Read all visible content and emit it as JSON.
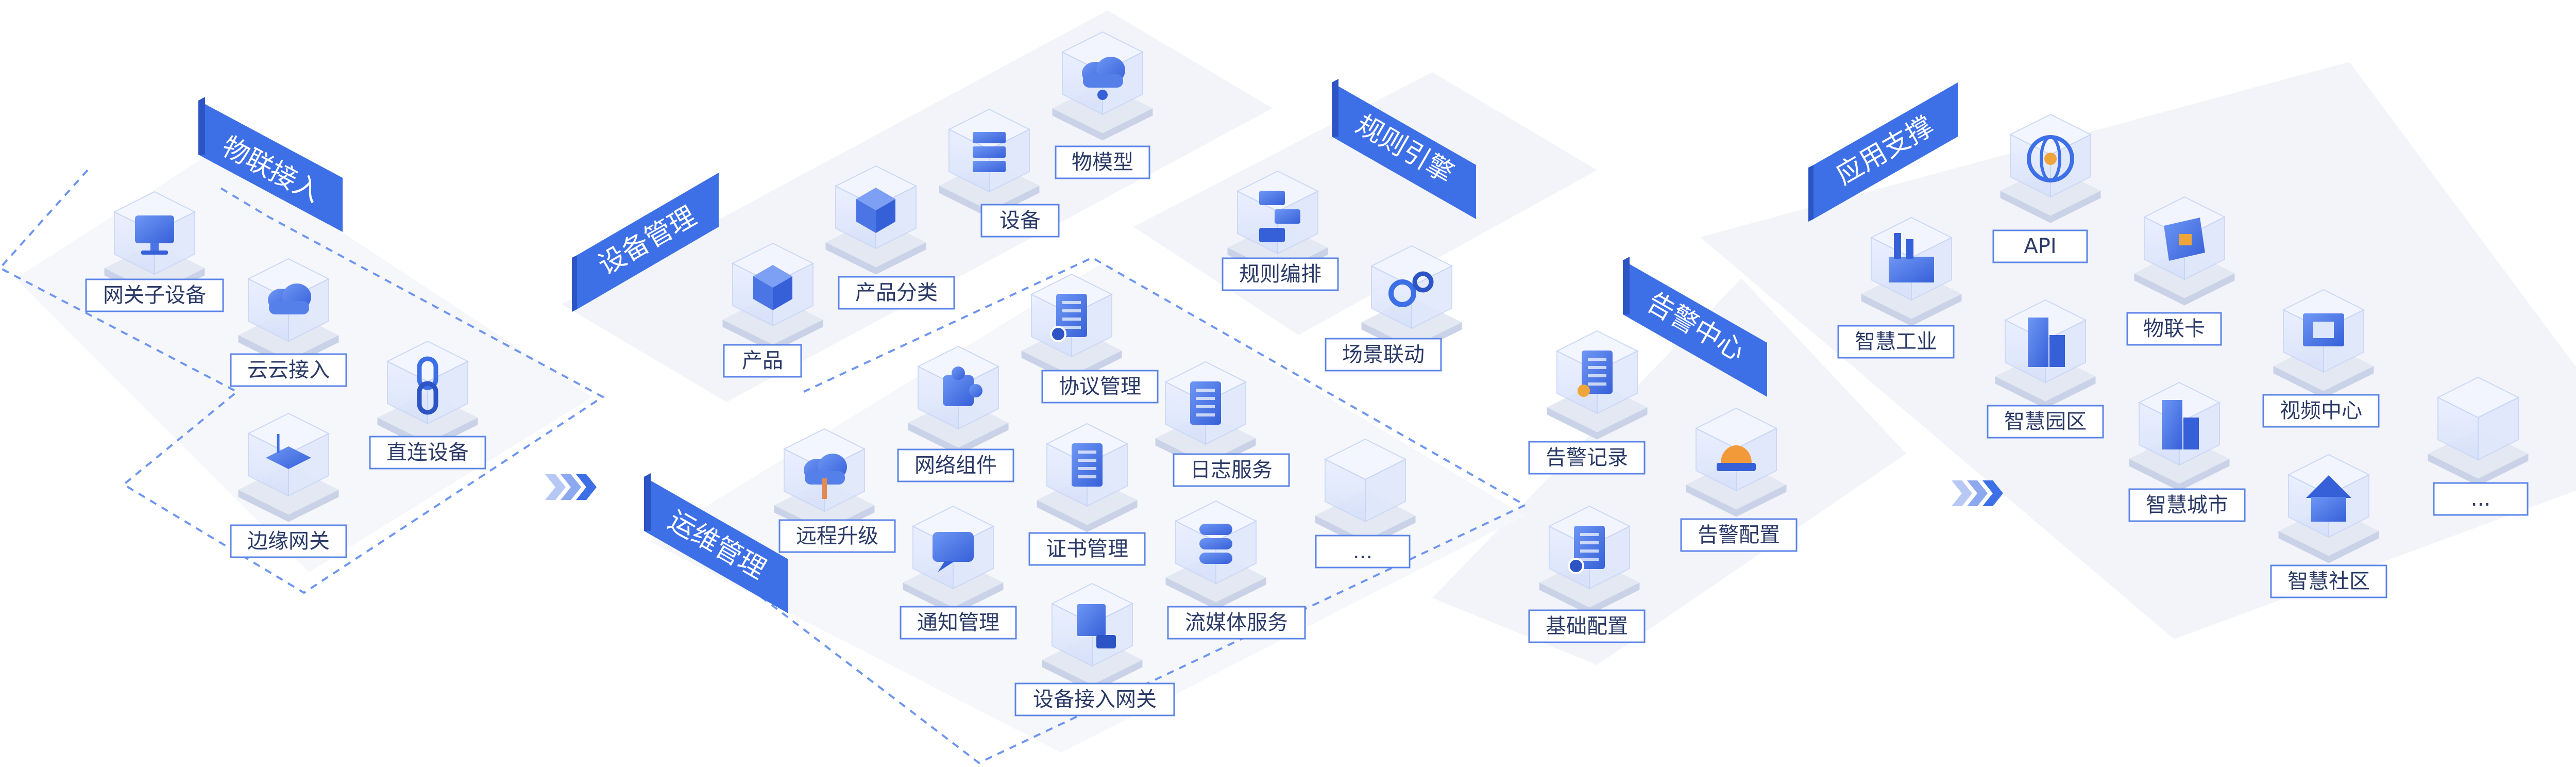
{
  "sections": {
    "iot_access": {
      "title": "物联接入",
      "items": [
        "网关子设备",
        "云云接入",
        "直连设备",
        "边缘网关"
      ]
    },
    "device_management": {
      "title": "设备管理",
      "items": [
        "物模型",
        "设备",
        "产品分类",
        "产品"
      ]
    },
    "operations": {
      "title": "运维管理",
      "items": [
        "协议管理",
        "网络组件",
        "日志服务",
        "远程升级",
        "证书管理",
        "...",
        "通知管理",
        "流媒体服务",
        "设备接入网关"
      ]
    },
    "rule_engine": {
      "title": "规则引擎",
      "items": [
        "规则编排",
        "场景联动"
      ]
    },
    "alarm_center": {
      "title": "告警中心",
      "items": [
        "告警记录",
        "告警配置",
        "基础配置"
      ]
    },
    "app_support": {
      "title": "应用支撑",
      "items": [
        "API",
        "智慧工业",
        "物联卡",
        "智慧园区",
        "视频中心",
        "智慧城市",
        "...",
        "智慧社区"
      ]
    }
  },
  "colors": {
    "accent": "#3a6be0",
    "banner": "#3d6fe6",
    "label_border": "#5b84e8",
    "label_text": "#2b3a67",
    "dashed": "#6f96ef",
    "platform": "#f2f4f9"
  },
  "icons": [
    "monitor-icon",
    "cloud-box-icon",
    "chain-link-icon",
    "router-icon",
    "cloud-network-icon",
    "server-stack-icon",
    "blocks-icon",
    "cube-icon",
    "document-gear-icon",
    "puzzle-icon",
    "document-list-icon",
    "cloud-upload-icon",
    "certificate-icon",
    "empty-cube-icon",
    "chat-bubble-icon",
    "disk-stack-icon",
    "gateway-icon",
    "flow-chart-icon",
    "gears-icon",
    "document-alert-icon",
    "alarm-light-icon",
    "document-settings-icon",
    "factory-icon",
    "globe-api-icon",
    "buildings-icon",
    "sim-card-icon",
    "film-icon",
    "city-icon",
    "house-icon"
  ]
}
